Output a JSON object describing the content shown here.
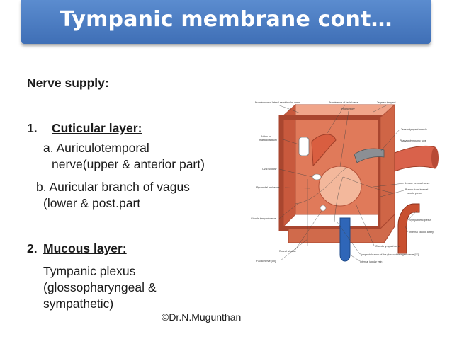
{
  "slide": {
    "title": "Tympanic membrane cont…",
    "nerve_supply_heading": "Nerve supply:",
    "item1_number": "1.",
    "item1_heading": "Cuticular layer:",
    "item1_a_line1": "a. Auriculotemporal",
    "item1_a_line2": "nerve(upper & anterior part)",
    "item1_b_line1": "b. Auricular branch of vagus",
    "item1_b_line2": "(lower & post.part",
    "item2_number": "2.",
    "item2_heading": "Mucous layer:",
    "item2_line1": "Tympanic plexus",
    "item2_line2": "(glossopharyngeal &",
    "item2_line3": "sympathetic)",
    "credit": "©Dr.N.Mugunthan"
  },
  "figure_labels": {
    "prominence_lateral_canal": "Prominence of lateral semicircular canal",
    "prominence_facial_canal": "Prominence of facial canal",
    "tegmen_tympani": "Tegmen tympani",
    "promontory": "Promontory",
    "tensor_tympani": "Tensor tympani muscle",
    "aditus": "Aditus to",
    "mastoid_antrum": "mastoid antrum",
    "pharyngotympanic_tube": "Pharyngotympanic tube",
    "oval_window": "Oval window",
    "pyramidal_eminence": "Pyramidal eminence",
    "lesser_petrosal": "Lesser petrosal nerve",
    "branch_internal_carotid_1": "Branch from internal",
    "branch_internal_carotid_2": "carotid plexus",
    "chorda_tympani_nerve": "Chorda tympani nerve",
    "sympathetic_plexus": "Sympathetic plexus",
    "internal_carotid_artery": "Internal carotid artery",
    "round_window": "Round window",
    "chorda_tympani_nerve_2": "Chorda tympani nerve",
    "facial_nerve": "Facial nerve [VII]",
    "tympanic_branch": "Tympanic branch of the glossopharyngeal nerve [IX]",
    "internal_jugular_vein": "Internal jugular vein"
  }
}
